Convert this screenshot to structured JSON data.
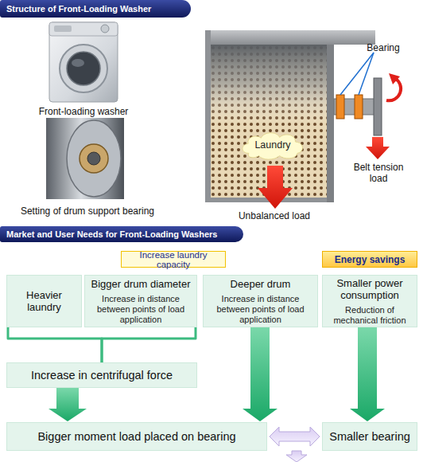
{
  "diagram": {
    "nodes": [
      {
        "text": [
          "Structure of Front-Loading Washer"
        ]
      },
      {
        "text": [
          "Laundry"
        ]
      },
      {
        "text": [
          "Market and User Needs for Front-Loading Washers"
        ]
      },
      {
        "text": [
          "Increase laundry capacity"
        ]
      },
      {
        "text": [
          "Energy savings"
        ]
      },
      {
        "text": [
          "Heavier laundry"
        ]
      },
      {
        "text": [
          "Bigger drum diameter",
          "Increase in distance between points of load application"
        ]
      },
      {
        "text": [
          "Deeper drum",
          "Increase in distance between points of load application"
        ]
      },
      {
        "text": [
          "Smaller power consumption",
          "Reduction of mechanical friction"
        ]
      },
      {
        "text": [
          "Increase in centrifugal force"
        ]
      },
      {
        "text": [
          "Bigger moment load placed on bearing"
        ]
      },
      {
        "text": [
          "Smaller bearing"
        ]
      }
    ],
    "edges": [
      {
        "from": 5,
        "to": 9,
        "arrow": "none"
      },
      {
        "from": 6,
        "to": 9,
        "arrow": "none"
      },
      {
        "from": 9,
        "to": 10,
        "arrow": "to"
      },
      {
        "from": 7,
        "to": 10,
        "arrow": "to"
      },
      {
        "from": 8,
        "to": 11,
        "arrow": "to"
      },
      {
        "from": 10,
        "to": 11,
        "arrow": "both"
      }
    ],
    "labels": [
      "Front-loading washer",
      "Setting of drum support bearing",
      "Bearing",
      "Belt tension load",
      "Unbalanced load"
    ]
  }
}
